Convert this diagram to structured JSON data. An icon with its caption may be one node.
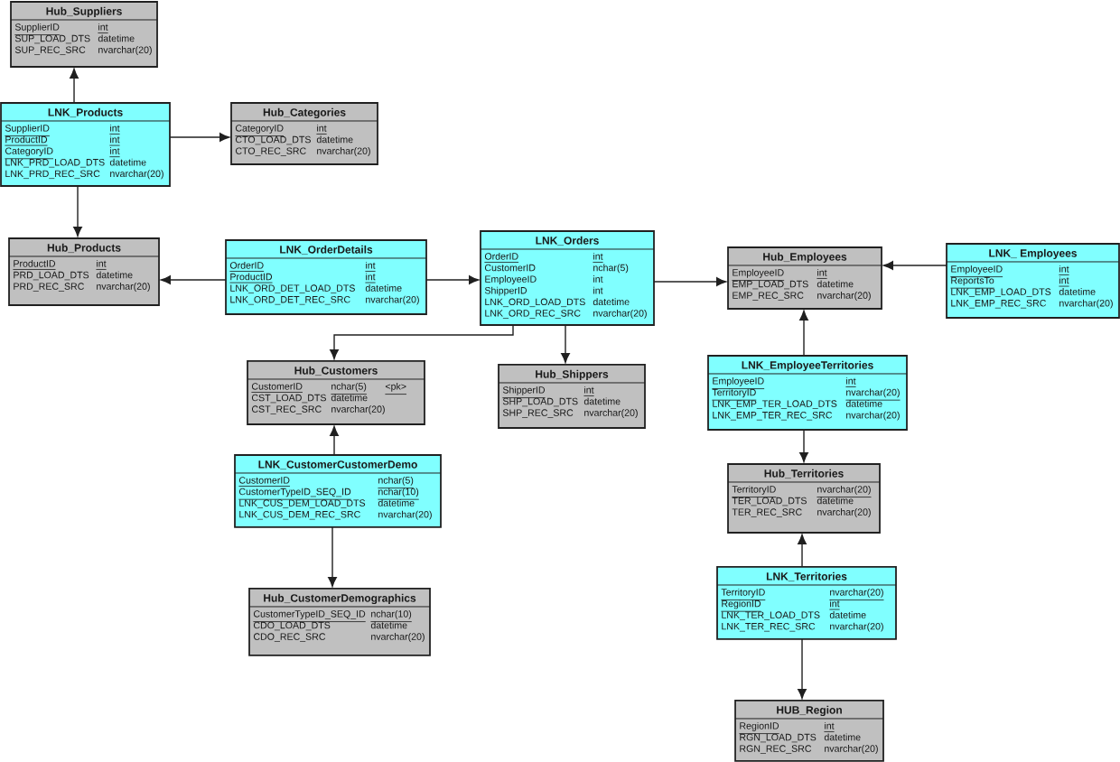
{
  "diagram": {
    "nodes": [
      {
        "text": [
          "Hub_Suppliers",
          "SupplierID",
          "int",
          "SUP_LOAD_DTS",
          "datetime",
          "SUP_REC_SRC",
          "nvarchar(20)"
        ]
      },
      {
        "text": [
          "LNK_Products",
          "SupplierID",
          "int",
          "ProductID",
          "int",
          "CategoryID",
          "int",
          "LNK_PRD_LOAD_DTS",
          "datetime",
          "LNK_PRD_REC_SRC",
          "nvarchar(20)"
        ]
      },
      {
        "text": [
          "Hub_Categories",
          "CategoryID",
          "int",
          "CTO_LOAD_DTS",
          "datetime",
          "CTO_REC_SRC",
          "nvarchar(20)"
        ]
      },
      {
        "text": [
          "Hub_Products",
          "ProductID",
          "int",
          "PRD_LOAD_DTS",
          "datetime",
          "PRD_REC_SRC",
          "nvarchar(20)"
        ]
      },
      {
        "text": [
          "LNK_OrderDetails",
          "OrderID",
          "int",
          "ProductID",
          "int",
          "LNK_ORD_DET_LOAD_DTS",
          "datetime",
          "LNK_ORD_DET_REC_SRC",
          "nvarchar(20)"
        ]
      },
      {
        "text": [
          "LNK_Orders",
          "OrderID",
          "int",
          "CustomerID",
          "nchar(5)",
          "EmployeeID",
          "int",
          "ShipperID",
          "int",
          "LNK_ORD_LOAD_DTS",
          "datetime",
          "LNK_ORD_REC_SRC",
          "nvarchar(20)"
        ]
      },
      {
        "text": [
          "Hub_Employees",
          "EmployeeID",
          "int",
          "EMP_LOAD_DTS",
          "datetime",
          "EMP_REC_SRC",
          "nvarchar(20)"
        ]
      },
      {
        "text": [
          "LNK_ Employees",
          "EmployeeID",
          "int",
          "ReportsTo",
          "int",
          "LNK_EMP_LOAD_DTS",
          "datetime",
          "LNK_EMP_REC_SRC",
          "nvarchar(20)"
        ]
      },
      {
        "text": [
          "Hub_Customers",
          "CustomerID",
          "nchar(5)",
          "<pk>",
          "CST_LOAD_DTS",
          "datetime",
          "CST_REC_SRC",
          "nvarchar(20)"
        ]
      },
      {
        "text": [
          "Hub_Shippers",
          "ShipperID",
          "int",
          "SHP_LOAD_DTS",
          "datetime",
          "SHP_REC_SRC",
          "nvarchar(20)"
        ]
      },
      {
        "text": [
          "LNK_EmployeeTerritories",
          "EmployeeID",
          "int",
          "TerritoryID",
          "nvarchar(20)",
          "LNK_EMP_TER_LOAD_DTS",
          "datetime",
          "LNK_EMP_TER_REC_SRC",
          "nvarchar(20)"
        ]
      },
      {
        "text": [
          "LNK_CustomerCustomerDemo",
          "CustomerID",
          "nchar(5)",
          "CustomerTypeID_SEQ_ID",
          "nchar(10)",
          "LNK_CUS_DEM_LOAD_DTS",
          "datetime",
          "LNK_CUS_DEM_REC_SRC",
          "nvarchar(20)"
        ]
      },
      {
        "text": [
          "Hub_Territories",
          "TerritoryID",
          "nvarchar(20)",
          "TER_LOAD_DTS",
          "datetime",
          "TER_REC_SRC",
          "nvarchar(20)"
        ]
      },
      {
        "text": [
          "LNK_Territories",
          "TerritoryID",
          "nvarchar(20)",
          "RegionID",
          "int",
          "LNK_TER_LOAD_DTS",
          "datetime",
          "LNK_TER_REC_SRC",
          "nvarchar(20)"
        ]
      },
      {
        "text": [
          "Hub_CustomerDemographics",
          "CustomerTypeID_SEQ_ID",
          "nchar(10)",
          "CDO_LOAD_DTS",
          "datetime",
          "CDO_REC_SRC",
          "nvarchar(20)"
        ]
      },
      {
        "text": [
          "HUB_Region",
          "RegionID",
          "int",
          "RGN_LOAD_DTS",
          "datetime",
          "RGN_REC_SRC",
          "nvarchar(20)"
        ]
      }
    ],
    "edges": [
      {
        "from": 1,
        "to": 0,
        "arrow": "to"
      },
      {
        "from": 1,
        "to": 2,
        "arrow": "to"
      },
      {
        "from": 1,
        "to": 3,
        "arrow": "to"
      },
      {
        "from": 4,
        "to": 3,
        "arrow": "to"
      },
      {
        "from": 4,
        "to": 5,
        "arrow": "to"
      },
      {
        "from": 5,
        "to": 8,
        "arrow": "to"
      },
      {
        "from": 5,
        "to": 9,
        "arrow": "to"
      },
      {
        "from": 5,
        "to": 6,
        "arrow": "to"
      },
      {
        "from": 11,
        "to": 8,
        "arrow": "to"
      },
      {
        "from": 11,
        "to": 14,
        "arrow": "to"
      },
      {
        "from": 7,
        "to": 6,
        "arrow": "to"
      },
      {
        "from": 10,
        "to": 6,
        "arrow": "to"
      },
      {
        "from": 10,
        "to": 12,
        "arrow": "to"
      },
      {
        "from": 13,
        "to": 12,
        "arrow": "to"
      },
      {
        "from": 13,
        "to": 15,
        "arrow": "to"
      }
    ]
  }
}
